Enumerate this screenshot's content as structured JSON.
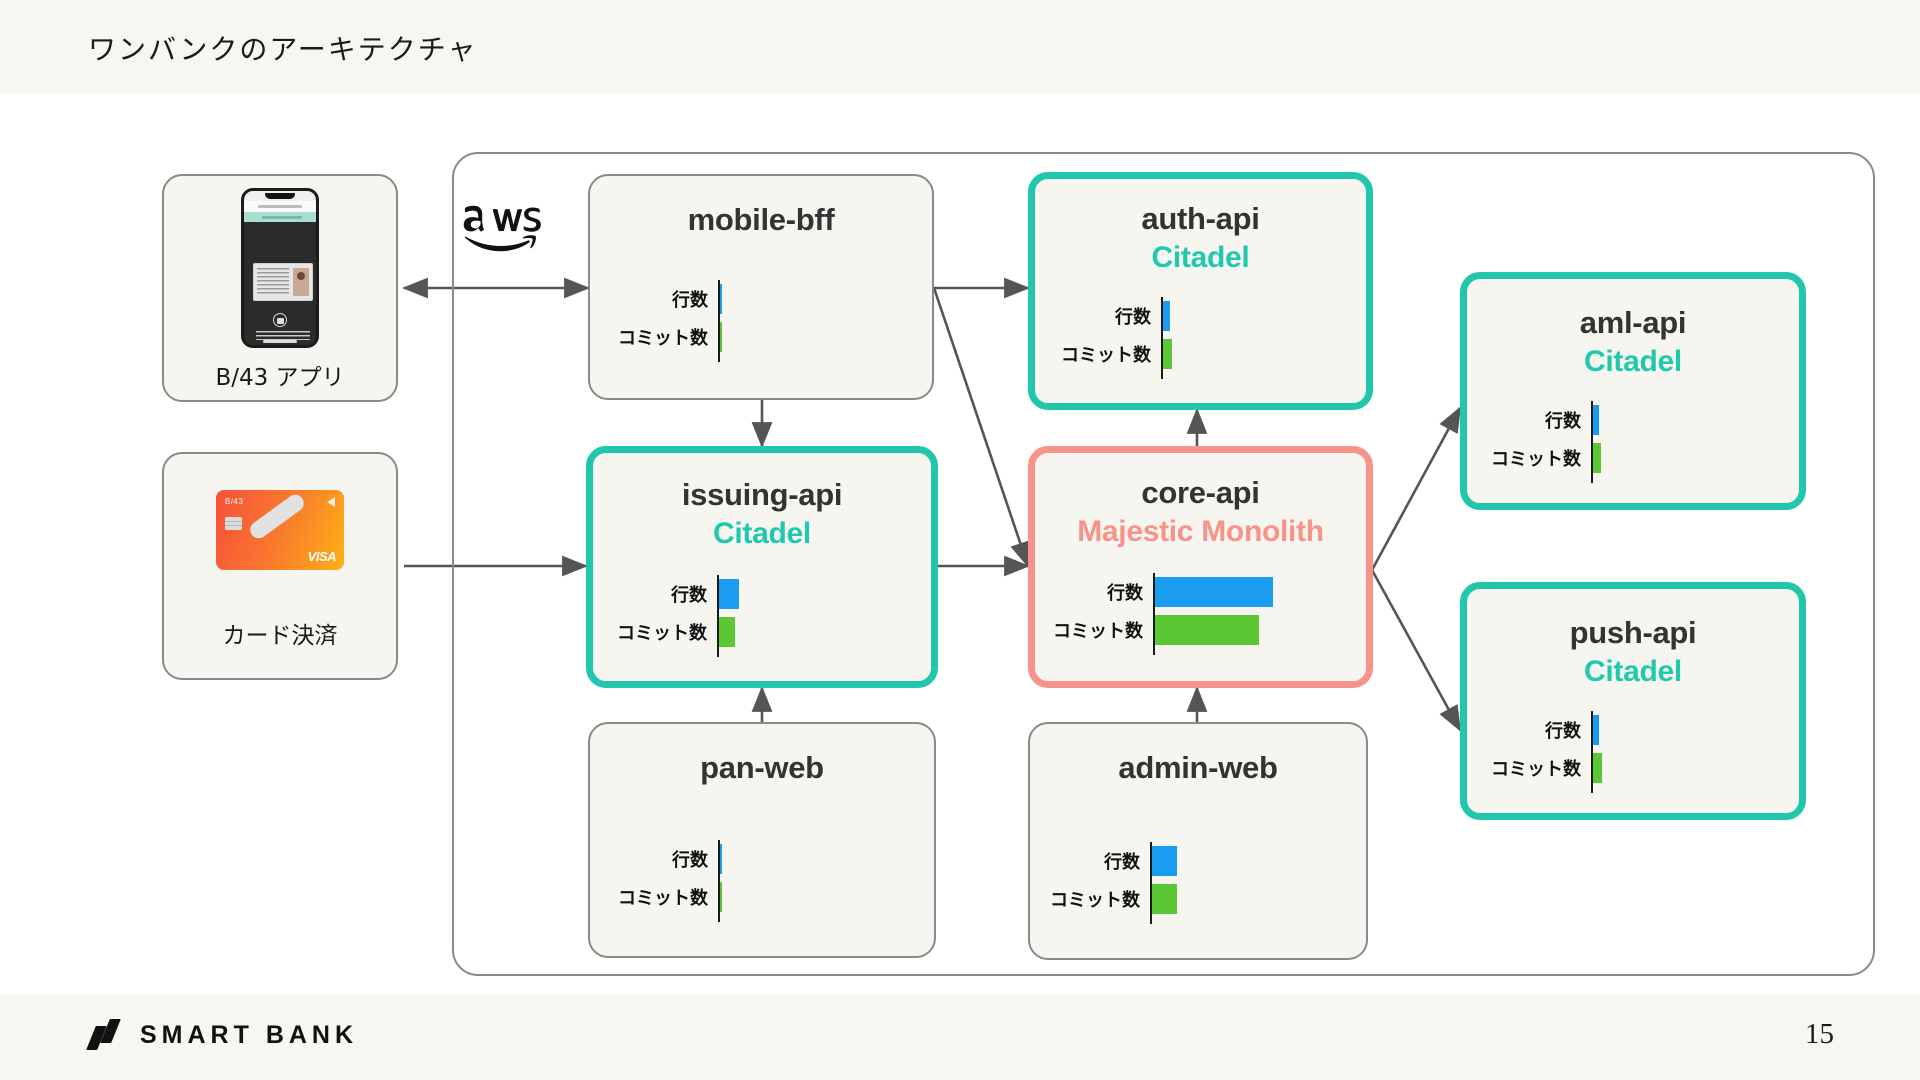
{
  "header": {
    "title": "ワンバンクのアーキテクチャ"
  },
  "footer": {
    "brand": "SMART BANK",
    "page_number": "15"
  },
  "colors": {
    "background": "#FFFFFF",
    "band": "#F8F6F1",
    "box_fill": "#F7F5F0",
    "border_plain": "#8A8A8A",
    "citadel_teal": "#21C6AC",
    "monolith_salmon": "#F7938A",
    "bar_lines_blue": "#1A9CF0",
    "bar_commits_green": "#5CC734",
    "arrow_gray": "#555555"
  },
  "metric_labels": {
    "lines": "行数",
    "commits": "コミット数"
  },
  "sources": [
    {
      "id": "b43-app",
      "label": "B/43 アプリ",
      "art": "phone-screenshot"
    },
    {
      "id": "card-payment",
      "label": "カード決済",
      "art": "visa-card"
    }
  ],
  "aws_container": {
    "logo": "aws-logo"
  },
  "chart_data": {
    "type": "bar",
    "title": "ワンバンクのアーキテクチャ",
    "orientation": "horizontal",
    "categories": [
      "行数",
      "コミット数"
    ],
    "legend": [
      "行数",
      "コミット数"
    ],
    "xlabel": "",
    "ylabel": "",
    "note": "Each service box contains a 2-bar horizontal chart; values are relative widths in px as rendered.",
    "series": [
      {
        "name": "mobile-bff",
        "lines": 2,
        "commits": 2
      },
      {
        "name": "issuing-api",
        "lines": 20,
        "commits": 16
      },
      {
        "name": "auth-api",
        "lines": 7,
        "commits": 9
      },
      {
        "name": "core-api",
        "lines": 118,
        "commits": 104
      },
      {
        "name": "pan-web",
        "lines": 2,
        "commits": 2
      },
      {
        "name": "admin-web",
        "lines": 25,
        "commits": 25
      },
      {
        "name": "aml-api",
        "lines": 6,
        "commits": 8
      },
      {
        "name": "push-api",
        "lines": 6,
        "commits": 9
      }
    ]
  },
  "services": [
    {
      "id": "mobile-bff",
      "title": "mobile-bff",
      "subtitle": "",
      "style": "plain"
    },
    {
      "id": "issuing-api",
      "title": "issuing-api",
      "subtitle": "Citadel",
      "style": "teal"
    },
    {
      "id": "auth-api",
      "title": "auth-api",
      "subtitle": "Citadel",
      "style": "teal"
    },
    {
      "id": "core-api",
      "title": "core-api",
      "subtitle": "Majestic Monolith",
      "style": "salmon"
    },
    {
      "id": "pan-web",
      "title": "pan-web",
      "subtitle": "",
      "style": "plain"
    },
    {
      "id": "admin-web",
      "title": "admin-web",
      "subtitle": "",
      "style": "plain"
    },
    {
      "id": "aml-api",
      "title": "aml-api",
      "subtitle": "Citadel",
      "style": "teal"
    },
    {
      "id": "push-api",
      "title": "push-api",
      "subtitle": "Citadel",
      "style": "teal"
    }
  ],
  "connections": [
    {
      "from": "b43-app",
      "to": "mobile-bff",
      "type": "bidirectional"
    },
    {
      "from": "mobile-bff",
      "to": "issuing-api",
      "type": "arrow"
    },
    {
      "from": "mobile-bff",
      "to": "auth-api",
      "type": "arrow"
    },
    {
      "from": "mobile-bff",
      "to": "core-api",
      "type": "arrow"
    },
    {
      "from": "card-payment",
      "to": "issuing-api",
      "type": "arrow"
    },
    {
      "from": "issuing-api",
      "to": "core-api",
      "type": "arrow"
    },
    {
      "from": "pan-web",
      "to": "issuing-api",
      "type": "arrow"
    },
    {
      "from": "admin-web",
      "to": "core-api",
      "type": "arrow"
    },
    {
      "from": "core-api",
      "to": "auth-api",
      "type": "arrow"
    },
    {
      "from": "core-api",
      "to": "aml-api",
      "type": "arrow"
    },
    {
      "from": "core-api",
      "to": "push-api",
      "type": "arrow"
    }
  ]
}
